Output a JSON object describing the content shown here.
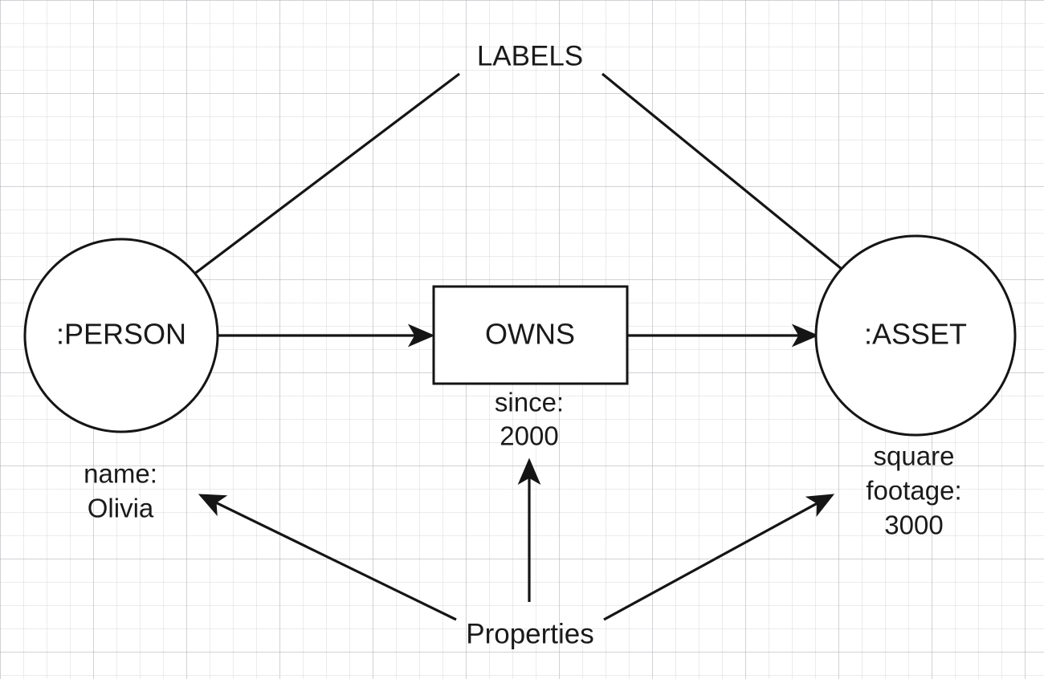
{
  "diagram": {
    "kind": "graph-data-model",
    "background": "#ffffff",
    "grid_color": "#e8e8ec",
    "stroke_color": "#151515",
    "fill_color": "#ffffff",
    "text_color": "#1a1a1a"
  },
  "annotations": {
    "labels_callout": "LABELS",
    "properties_callout": "Properties"
  },
  "nodes": [
    {
      "id": "person",
      "shape": "circle",
      "label": ":PERSON",
      "properties": [
        "name:",
        "Olivia"
      ]
    },
    {
      "id": "asset",
      "shape": "circle",
      "label": ":ASSET",
      "properties": [
        "square",
        "footage:",
        "3000"
      ]
    }
  ],
  "relationship": {
    "id": "owns",
    "shape": "rectangle",
    "label": "OWNS",
    "properties": [
      "since:",
      "2000"
    ],
    "from": "person",
    "to": "asset"
  },
  "edges": [
    {
      "id": "person-owns",
      "label": "",
      "from": "person",
      "to": "owns",
      "arrow": "end"
    },
    {
      "id": "owns-asset",
      "label": "",
      "from": "owns",
      "to": "asset",
      "arrow": "end"
    },
    {
      "id": "labels-person",
      "label": "",
      "from": "labels_callout",
      "to": "person",
      "arrow": "end"
    },
    {
      "id": "labels-asset",
      "label": "",
      "from": "labels_callout",
      "to": "asset",
      "arrow": "end"
    },
    {
      "id": "properties-person-props",
      "label": "",
      "from": "properties_callout",
      "to": "person_properties",
      "arrow": "end"
    },
    {
      "id": "properties-owns-props",
      "label": "",
      "from": "properties_callout",
      "to": "owns_properties",
      "arrow": "end"
    },
    {
      "id": "properties-asset-props",
      "label": "",
      "from": "properties_callout",
      "to": "asset_properties",
      "arrow": "end"
    }
  ]
}
